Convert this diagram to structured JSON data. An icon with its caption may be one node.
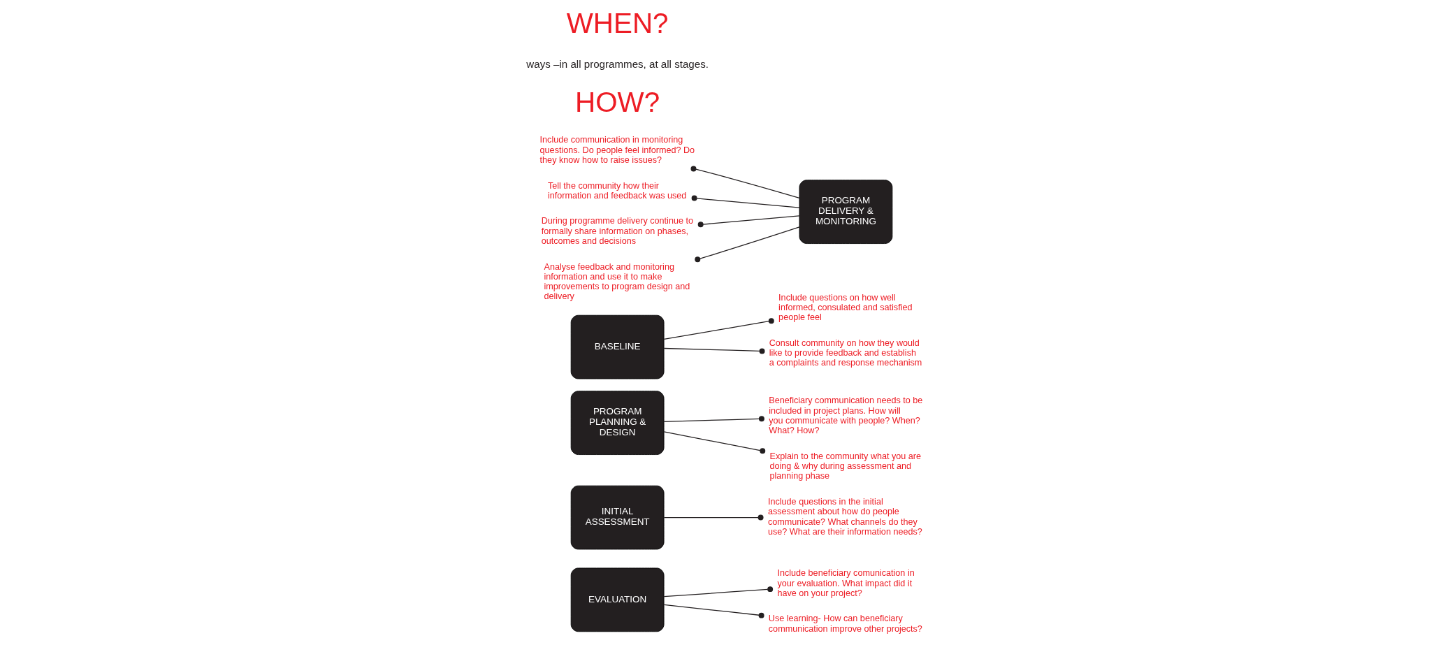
{
  "diagram": {
    "nodes": [
      {
        "text": [
          "EVALUATION"
        ]
      },
      {
        "text": [
          "INITIAL ASSESSMENT"
        ]
      },
      {
        "text": [
          "PROGRAM PLANNING & DESIGN"
        ]
      },
      {
        "text": [
          "BASELINE"
        ]
      },
      {
        "text": [
          "PROGRAM DELIVERY & MONITORING"
        ]
      },
      {
        "text": [
          "Include beneficiary comunication in your evaluation. What impact did it have on your project?"
        ]
      },
      {
        "text": [
          "Use learning- How can beneficiary communication improve other projects?"
        ]
      },
      {
        "text": [
          "Include questions in the initial assessment about how do people communicate? What channels do they use? What are their information needs?"
        ]
      },
      {
        "text": [
          "Beneficiary communication needs to be included in project plans. How will you communicate with people? When? What? How?"
        ]
      },
      {
        "text": [
          "Explain to the community what you are doing & why during assessment and planning phase"
        ]
      },
      {
        "text": [
          "Include questions on how well informed, consulated and satisfied people feel"
        ]
      },
      {
        "text": [
          "Consult community on how they would like to provide feedback and establish a complaints and response mechanism"
        ]
      },
      {
        "text": [
          "Include communication in monitoring questions. Do people feel informed? Do they know how to raise issues?"
        ]
      },
      {
        "text": [
          "Tell the community how their information and feedback was used"
        ]
      },
      {
        "text": [
          "During programme delivery continue to formally share information on phases, outcomes and decisions"
        ]
      },
      {
        "text": [
          "Analyse feedback and monitoring information and use it to make improvements to program design and delivery"
        ]
      }
    ],
    "edges": [
      {
        "from": 0,
        "to": 5,
        "arrow": "other"
      },
      {
        "from": 0,
        "to": 6,
        "arrow": "other"
      },
      {
        "from": 1,
        "to": 7,
        "arrow": "other"
      },
      {
        "from": 2,
        "to": 8,
        "arrow": "other"
      },
      {
        "from": 2,
        "to": 9,
        "arrow": "other"
      },
      {
        "from": 3,
        "to": 10,
        "arrow": "other"
      },
      {
        "from": 3,
        "to": 11,
        "arrow": "other"
      },
      {
        "from": 12,
        "to": 4,
        "arrow": "other"
      },
      {
        "from": 13,
        "to": 4,
        "arrow": "other"
      },
      {
        "from": 14,
        "to": 4,
        "arrow": "other"
      },
      {
        "from": 15,
        "to": 4,
        "arrow": "other"
      }
    ],
    "labels": [
      "WHEN?",
      "ways –in all programmes, at all stages.",
      "HOW?"
    ]
  }
}
